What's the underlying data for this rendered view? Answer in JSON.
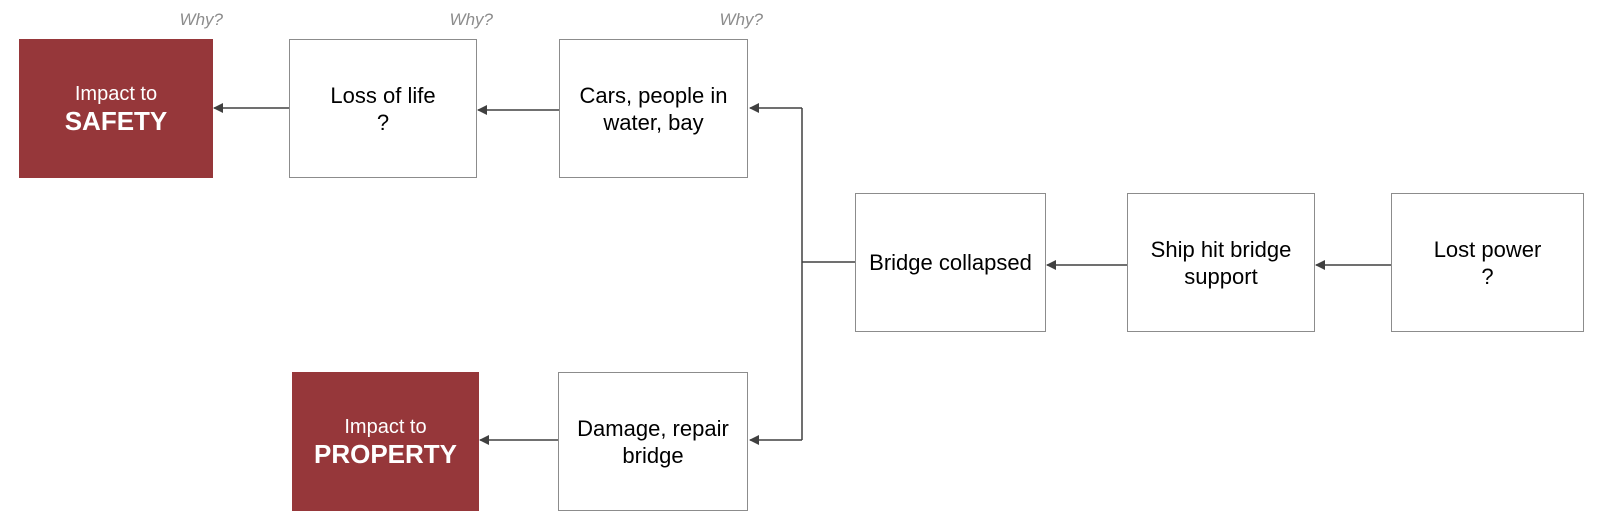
{
  "colors": {
    "impact_fill": "#96373a",
    "box_border": "#8c8c8c",
    "connector": "#404040",
    "why_text": "#8c8c8c"
  },
  "why_label": "Why?",
  "nodes": {
    "impact_safety": {
      "line1": "Impact to",
      "line2": "SAFETY"
    },
    "loss_of_life": {
      "line1": "Loss of life",
      "line2": "?"
    },
    "cars_people": {
      "line1": "Cars, people in",
      "line2": "water, bay"
    },
    "bridge_collapsed": {
      "line1": "Bridge collapsed"
    },
    "ship_hit": {
      "line1": "Ship hit bridge",
      "line2": "support"
    },
    "lost_power": {
      "line1": "Lost power",
      "line2": "?"
    },
    "impact_property": {
      "line1": "Impact to",
      "line2": "PROPERTY"
    },
    "damage_repair": {
      "line1": "Damage, repair",
      "line2": "bridge"
    }
  },
  "edges": [
    {
      "from": "lost_power",
      "to": "ship_hit"
    },
    {
      "from": "ship_hit",
      "to": "bridge_collapsed"
    },
    {
      "from": "bridge_collapsed",
      "to": "cars_people"
    },
    {
      "from": "bridge_collapsed",
      "to": "damage_repair"
    },
    {
      "from": "cars_people",
      "to": "loss_of_life"
    },
    {
      "from": "loss_of_life",
      "to": "impact_safety"
    },
    {
      "from": "damage_repair",
      "to": "impact_property"
    }
  ]
}
